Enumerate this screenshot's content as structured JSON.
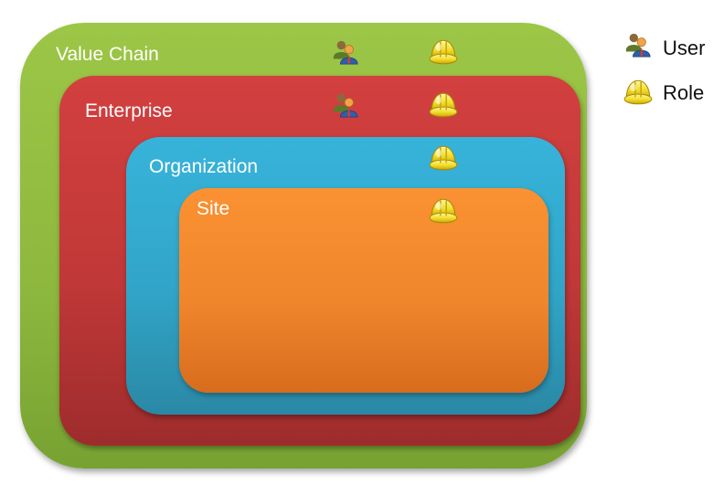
{
  "scopes": [
    {
      "label": "Value Chain",
      "color": "#9cc646",
      "icons": [
        "user-icon",
        "role-icon"
      ]
    },
    {
      "label": "Enterprise",
      "color": "#c93c3c",
      "icons": [
        "user-icon",
        "role-icon"
      ]
    },
    {
      "label": "Organization",
      "color": "#35add3",
      "icons": [
        "role-icon"
      ]
    },
    {
      "label": "Site",
      "color": "#f78d2f",
      "icons": [
        "role-icon"
      ]
    }
  ],
  "legend": {
    "user": {
      "label": "User",
      "icon": "user-icon"
    },
    "role": {
      "label": "Role",
      "icon": "role-icon"
    }
  }
}
